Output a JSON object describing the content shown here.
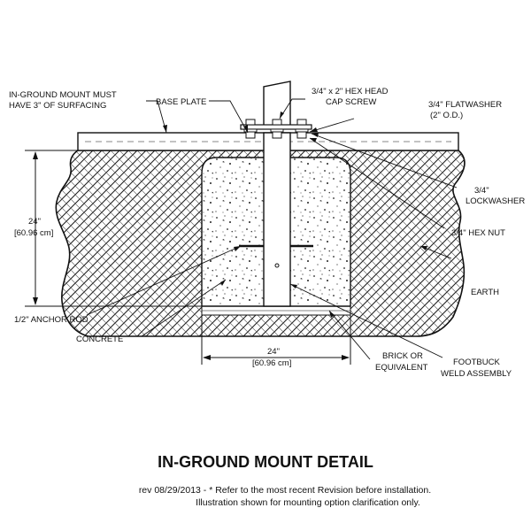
{
  "labels": {
    "surfacing": [
      "IN-GROUND MOUNT MUST",
      "HAVE 3\" OF SURFACING"
    ],
    "base_plate": "BASE PLATE",
    "cap_screw": [
      "3/4\" x 2\" HEX HEAD",
      "CAP SCREW"
    ],
    "flatwasher": [
      "3/4\" FLATWASHER",
      "(2\" O.D.)"
    ],
    "lockwasher": [
      "3/4\"",
      "LOCKWASHER"
    ],
    "hex_nut": "3/4\" HEX NUT",
    "earth": "EARTH",
    "depth_dim": [
      "24\"",
      "[60.96 cm]"
    ],
    "anchor_rod": "1/2\" ANCHOR ROD",
    "concrete": "CONCRETE",
    "width_dim": [
      "24\"",
      "[60.96 cm]"
    ],
    "brick": [
      "BRICK OR",
      "EQUIVALENT"
    ],
    "footbuck": [
      "FOOTBUCK",
      "WELD ASSEMBLY"
    ]
  },
  "title": "IN-GROUND MOUNT DETAIL",
  "note_line1": "rev 08/29/2013 - * Refer to the most recent Revision before installation.",
  "note_line2": "Illustration shown for mounting option clarification only.",
  "colors": {
    "line": "#111111",
    "background": "#ffffff"
  }
}
